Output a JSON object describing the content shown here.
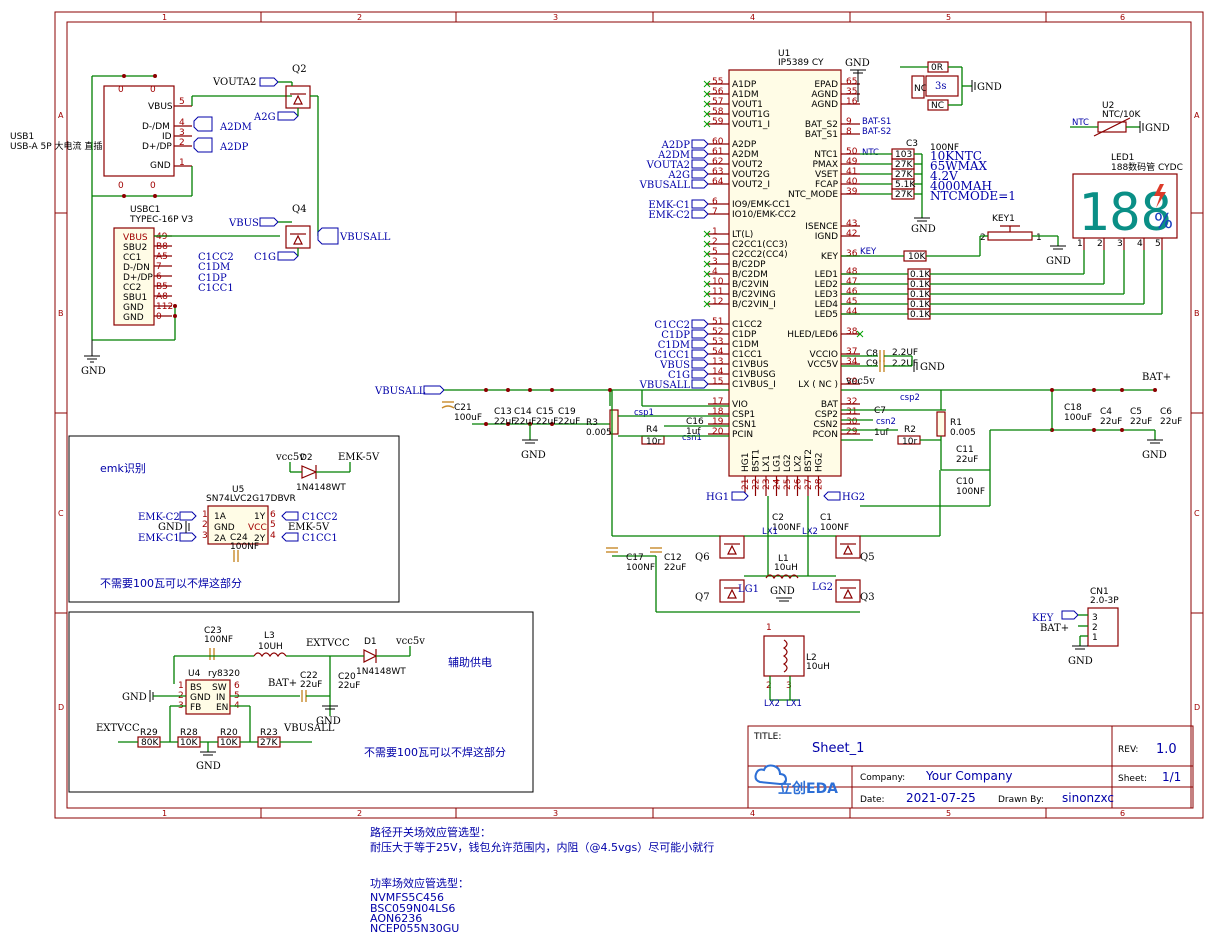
{
  "frame": {
    "cols": [
      "1",
      "2",
      "3",
      "4",
      "5",
      "6"
    ],
    "rows": [
      "A",
      "B",
      "C",
      "D"
    ]
  },
  "usb1": {
    "ref": "USB1",
    "value": "USB-A 5P 大电流 直插",
    "pins": [
      "VBUS",
      "D-/DM",
      "ID",
      "D+/DP",
      "GND"
    ],
    "nums": [
      "5",
      "4",
      "3",
      "2",
      "1"
    ],
    "shell": "0"
  },
  "usbc1": {
    "ref": "USBC1",
    "value": "TYPEC-16P V3",
    "pins": [
      "VBUS",
      "SBU2",
      "CC1",
      "D-/DN",
      "D+/DP",
      "CC2",
      "SBU1",
      "GND",
      "GND"
    ],
    "nums": [
      "49",
      "B8",
      "A5",
      "7",
      "6",
      "B5",
      "A8",
      "112",
      "0"
    ]
  },
  "q2": {
    "ref": "Q2",
    "net_g": "A2G",
    "net_s": "VOUTA2"
  },
  "q4": {
    "ref": "Q4",
    "net_g": "C1G",
    "net_s": "VBUS",
    "net_d": "VBUSALL"
  },
  "nets_usb": [
    "A2DM",
    "A2DP",
    "C1CC2",
    "C1DM",
    "C1DP",
    "C1CC1"
  ],
  "gnd": "GND",
  "u1": {
    "ref": "U1",
    "value": "IP5389 CY",
    "left_pins": [
      {
        "n": "55",
        "name": "A1DP"
      },
      {
        "n": "56",
        "name": "A1DM"
      },
      {
        "n": "57",
        "name": "VOUT1"
      },
      {
        "n": "58",
        "name": "VOUT1G"
      },
      {
        "n": "59",
        "name": "VOUT1_I"
      },
      {
        "n": "60",
        "name": "A2DP"
      },
      {
        "n": "61",
        "name": "A2DM"
      },
      {
        "n": "62",
        "name": "VOUT2"
      },
      {
        "n": "63",
        "name": "VOUT2G"
      },
      {
        "n": "64",
        "name": "VOUT2_I"
      },
      {
        "n": "6",
        "name": "IO9/EMK-CC1"
      },
      {
        "n": "7",
        "name": "IO10/EMK-CC2"
      },
      {
        "n": "1",
        "name": "LT(L)"
      },
      {
        "n": "2",
        "name": "C2CC1(CC3)"
      },
      {
        "n": "5",
        "name": "C2CC2(CC4)"
      },
      {
        "n": "3",
        "name": "B/C2DP"
      },
      {
        "n": "4",
        "name": "B/C2DM"
      },
      {
        "n": "10",
        "name": "B/C2VIN"
      },
      {
        "n": "11",
        "name": "B/C2VING"
      },
      {
        "n": "12",
        "name": "B/C2VIN_I"
      },
      {
        "n": "51",
        "name": "C1CC2"
      },
      {
        "n": "52",
        "name": "C1DP"
      },
      {
        "n": "53",
        "name": "C1DM"
      },
      {
        "n": "54",
        "name": "C1CC1"
      },
      {
        "n": "13",
        "name": "C1VBUS"
      },
      {
        "n": "14",
        "name": "C1VBUSG"
      },
      {
        "n": "15",
        "name": "C1VBUS_I"
      },
      {
        "n": "17",
        "name": "VIO"
      },
      {
        "n": "18",
        "name": "CSP1"
      },
      {
        "n": "19",
        "name": "CSN1"
      },
      {
        "n": "20",
        "name": "PCIN"
      }
    ],
    "left_nets": [
      "A2DP",
      "A2DM",
      "VOUTA2",
      "A2G",
      "VBUSALL",
      "EMK-C1",
      "EMK-C2",
      "C1CC2",
      "C1DP",
      "C1DM",
      "C1CC1",
      "VBUS",
      "C1G",
      "VBUSALL"
    ],
    "right_pins": [
      {
        "n": "65",
        "name": "EPAD"
      },
      {
        "n": "35",
        "name": "AGND"
      },
      {
        "n": "16",
        "name": "AGND"
      },
      {
        "n": "9",
        "name": "BAT_S2"
      },
      {
        "n": "8",
        "name": "BAT_S1"
      },
      {
        "n": "50",
        "name": "NTC1"
      },
      {
        "n": "49",
        "name": "PMAX"
      },
      {
        "n": "41",
        "name": "VSET"
      },
      {
        "n": "40",
        "name": "FCAP"
      },
      {
        "n": "39",
        "name": "NTC_MODE"
      },
      {
        "n": "43",
        "name": "ISENCE"
      },
      {
        "n": "42",
        "name": "IGND"
      },
      {
        "n": "36",
        "name": "KEY"
      },
      {
        "n": "48",
        "name": "LED1"
      },
      {
        "n": "47",
        "name": "LED2"
      },
      {
        "n": "46",
        "name": "LED3"
      },
      {
        "n": "45",
        "name": "LED4"
      },
      {
        "n": "44",
        "name": "LED5"
      },
      {
        "n": "38",
        "name": "HLED/LED6"
      },
      {
        "n": "37",
        "name": "VCCIO"
      },
      {
        "n": "34",
        "name": "VCC5V"
      },
      {
        "n": "39",
        "name": "LX ( NC )"
      },
      {
        "n": "32",
        "name": "BAT"
      },
      {
        "n": "31",
        "name": "CSP2"
      },
      {
        "n": "30",
        "name": "CSN2"
      },
      {
        "n": "29",
        "name": "PCON"
      }
    ],
    "bottom_pins": [
      {
        "n": "21",
        "name": "HG1"
      },
      {
        "n": "22",
        "name": "BST1"
      },
      {
        "n": "23",
        "name": "LX1"
      },
      {
        "n": "24",
        "name": "LG1"
      },
      {
        "n": "25",
        "name": "LG2"
      },
      {
        "n": "26",
        "name": "LX2"
      },
      {
        "n": "27",
        "name": "BST2"
      },
      {
        "n": "28",
        "name": "HG2"
      }
    ]
  },
  "u1_right": {
    "r_top": "0R",
    "nc1": "NC",
    "nc2": "NC",
    "delay": "3s",
    "bat_s1": "BAT-S1",
    "bat_s2": "BAT-S2",
    "ntc": "NTC",
    "c3": "C3",
    "c3v": "100NF",
    "vals": [
      "103",
      "27K",
      "27K",
      "5.1K",
      "27K"
    ],
    "descs": [
      "10KNTC",
      "65WMAX",
      "4.2V",
      "4000MAH",
      "NTCMODE=1"
    ],
    "key_r": "10K",
    "key_net": "KEY",
    "led_r": [
      "0.1K",
      "0.1K",
      "0.1K",
      "0.1K",
      "0.1K"
    ],
    "c8": "C8",
    "c8v": "2.2UF",
    "c9": "C9",
    "c9v": "2.2UF",
    "vcc5v": "vcc5v"
  },
  "u2": {
    "ref": "U2",
    "value": "NTC/10K",
    "net": "NTC"
  },
  "led1": {
    "ref": "LED1",
    "value": "188数码管 CYDC",
    "digits": "188",
    "pct": "%",
    "pins": [
      "1",
      "2",
      "3",
      "4",
      "5"
    ]
  },
  "key1": {
    "ref": "KEY1",
    "p1": "2",
    "p2": "1"
  },
  "power": {
    "vbusall": "VBUSALL",
    "bat": "BAT+",
    "c21": "C21",
    "c21v": "100uF",
    "c13": "C13",
    "c13v": "22uF",
    "c14": "C14",
    "c14v": "22uF",
    "c15": "C15",
    "c15v": "22uF",
    "c19": "C19",
    "c19v": "22uF",
    "r3": "R3",
    "r3v": "0.005",
    "csp1": "csp1",
    "csn1": "csn1",
    "c16": "C16",
    "c16v": "1uf",
    "r4": "R4",
    "r4v": "10r",
    "r1": "R1",
    "r1v": "0.005",
    "csp2": "csp2",
    "csn2": "csn2",
    "c7": "C7",
    "c7v": "1uf",
    "r2": "R2",
    "r2v": "10r",
    "c18": "C18",
    "c18v": "100uF",
    "c4": "C4",
    "c4v": "22uF",
    "c5": "C5",
    "c5v": "22uF",
    "c6": "C6",
    "c6v": "22uF",
    "c11": "C11",
    "c11v": "22uF",
    "c10": "C10",
    "c10v": "100NF"
  },
  "bridge": {
    "hg1": "HG1",
    "hg2": "HG2",
    "lg1": "LG1",
    "lg2": "LG2",
    "lx1": "LX1",
    "lx2": "LX2",
    "c2": "C2",
    "c2v": "100NF",
    "c1": "C1",
    "c1v": "100NF",
    "q6": "Q6",
    "q5": "Q5",
    "q7": "Q7",
    "q3": "Q3",
    "l1": "L1",
    "l1v": "10uH",
    "c17": "C17",
    "c17v": "100NF",
    "c12": "C12",
    "c12v": "22uF",
    "l2": "L2",
    "l2v": "10uH",
    "l2p": [
      "2",
      "3",
      "1"
    ]
  },
  "cn1": {
    "ref": "CN1",
    "value": "2.0-3P",
    "nums": [
      "3",
      "2",
      "1"
    ],
    "key": "KEY",
    "bat": "BAT+"
  },
  "emk": {
    "title": "emk识别",
    "note": "不需要100瓦可以不焊这部分",
    "vcc5v": "vcc5v",
    "d2": "D2",
    "d2v": "1N4148WT",
    "emk5v": "EMK-5V",
    "u5": "U5",
    "u5v": "SN74LVC2G17DBVR",
    "lp": [
      {
        "n": "1",
        "name": "1A"
      },
      {
        "n": "2",
        "name": "GND"
      },
      {
        "n": "3",
        "name": "2A"
      }
    ],
    "rp": [
      {
        "n": "6",
        "name": "1Y"
      },
      {
        "n": "5",
        "name": "VCC"
      },
      {
        "n": "4",
        "name": "2Y"
      }
    ],
    "emkc2": "EMK-C2",
    "emkc1": "EMK-C1",
    "c1cc2": "C1CC2",
    "c1cc1": "C1CC1",
    "c24": "C24",
    "c24v": "100NF"
  },
  "aux": {
    "title": "辅助供电",
    "note": "不需要100瓦可以不焊这部分",
    "c23": "C23",
    "c23v": "100NF",
    "l3": "L3",
    "l3v": "10UH",
    "extvcc": "EXTVCC",
    "d1": "D1",
    "d1v": "1N4148WT",
    "vcc5v": "vcc5v",
    "u4": "U4",
    "u4v": "ry8320",
    "lp": [
      {
        "n": "1",
        "name": "BS"
      },
      {
        "n": "2",
        "name": "GND"
      },
      {
        "n": "3",
        "name": "FB"
      }
    ],
    "rp": [
      {
        "n": "6",
        "name": "SW"
      },
      {
        "n": "5",
        "name": "IN"
      },
      {
        "n": "4",
        "name": "EN"
      }
    ],
    "bat": "BAT+",
    "c22": "C22",
    "c22v": "22uF",
    "c20": "C20",
    "c20v": "22uF",
    "r29": "R29",
    "r29v": "80K",
    "r28": "R28",
    "r28v": "10K",
    "r20": "R20",
    "r20v": "10K",
    "r23": "R23",
    "r23v": "27K",
    "vbusall": "VBUSALL"
  },
  "titleblock": {
    "title_label": "TITLE:",
    "title": "Sheet_1",
    "rev_label": "REV:",
    "rev": "1.0",
    "company_label": "Company:",
    "company": "Your Company",
    "sheet_label": "Sheet:",
    "sheet": "1/1",
    "date_label": "Date:",
    "date": "2021-07-25",
    "drawn_label": "Drawn By:",
    "drawn": "sinonzxc",
    "logo": "立创EDA"
  },
  "notes": [
    "路径开关场效应管选型：",
    "耐压大于等于25V，钱包允许范围内，内阻（@4.5vgs）尽可能小就行",
    "功率场效应管选型：",
    "NVMFS5C456",
    "BSC059N04LS6",
    "AON6236",
    "NCEP055N30GU"
  ]
}
